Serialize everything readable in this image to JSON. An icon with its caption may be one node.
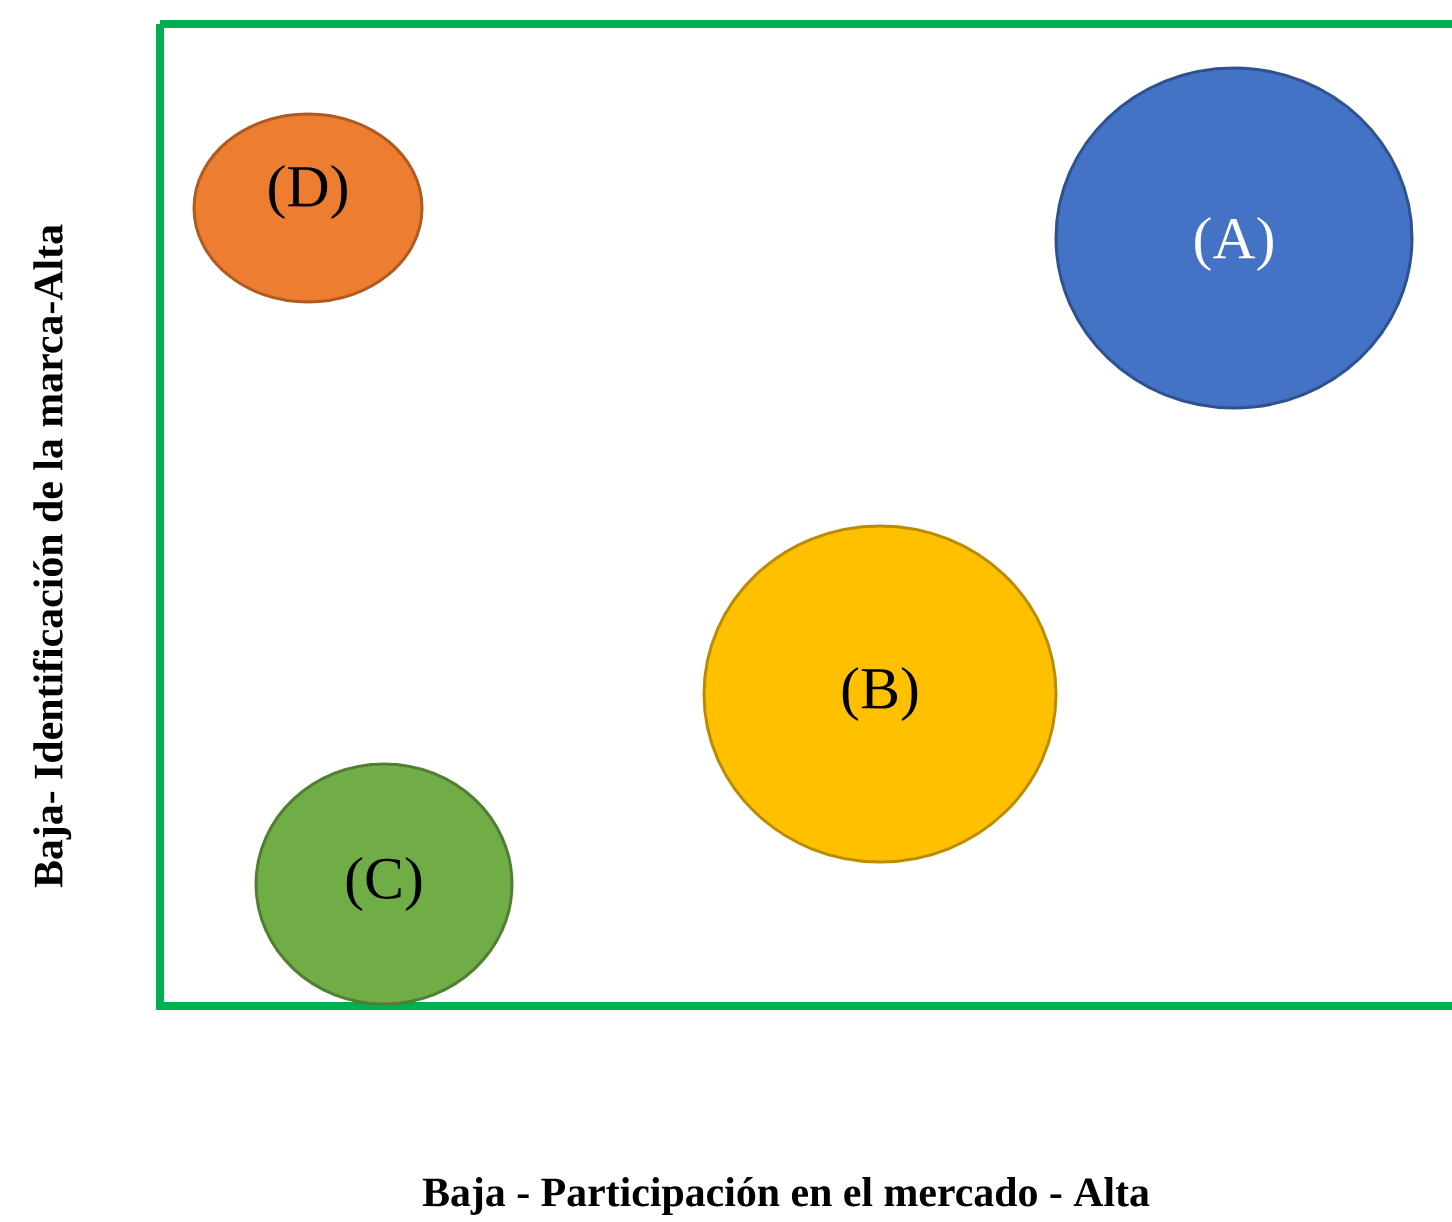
{
  "diagram": {
    "nodes": [
      {
        "text": [
          "(D)"
        ]
      },
      {
        "text": [
          "(A)"
        ]
      },
      {
        "text": [
          "(B)"
        ]
      },
      {
        "text": [
          "(C)"
        ]
      }
    ],
    "labels": [
      "Baja- Identificación de la marca-Alta",
      "Baja - Participación en el mercado - Alta"
    ]
  }
}
